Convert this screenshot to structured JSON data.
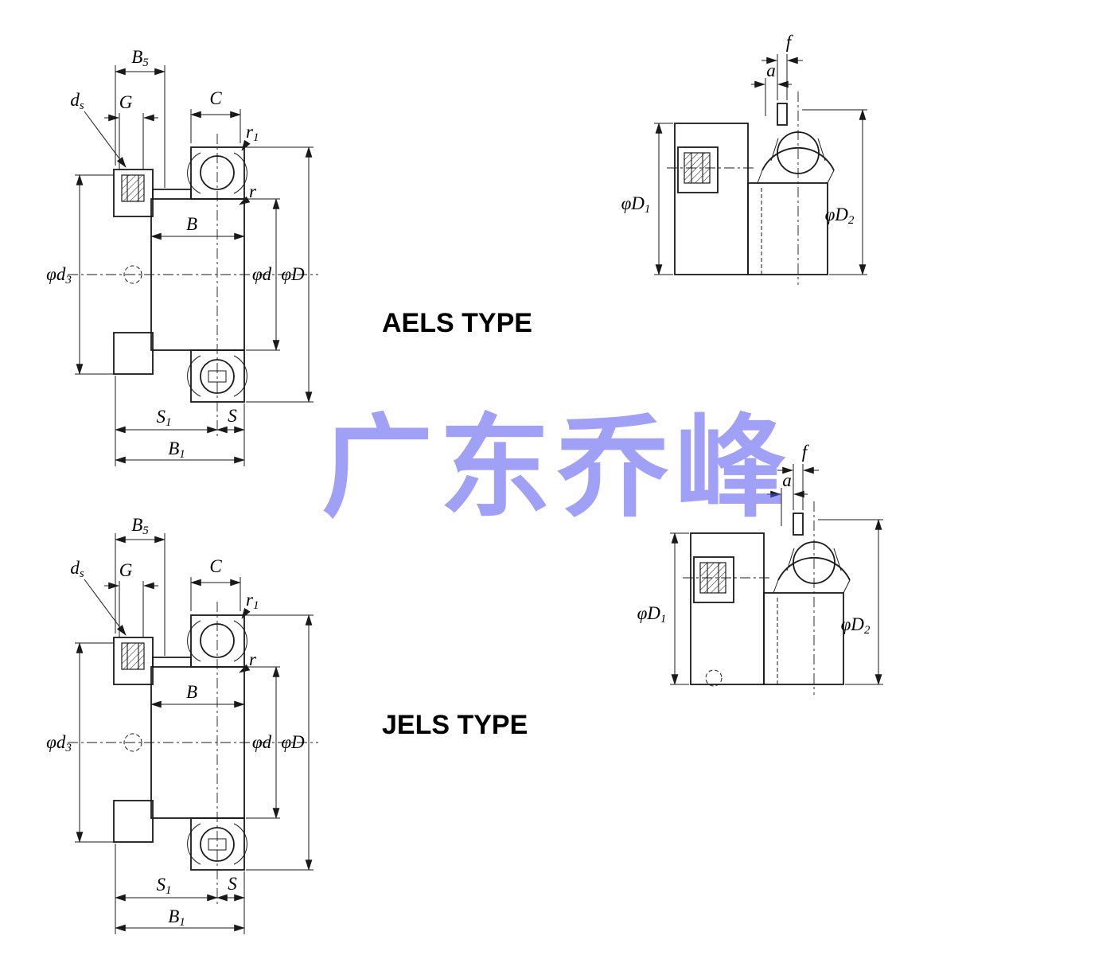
{
  "watermark": "广东乔峰",
  "types": {
    "aels": "AELS TYPE",
    "jels": "JELS TYPE"
  },
  "labels": {
    "B5": {
      "base": "B",
      "sub": "5"
    },
    "G": {
      "base": "G"
    },
    "ds": {
      "base": "d",
      "sub": "s"
    },
    "C": {
      "base": "C"
    },
    "r1": {
      "base": "r",
      "sub": "1"
    },
    "r": {
      "base": "r"
    },
    "B": {
      "base": "B"
    },
    "d3": {
      "base": "φd",
      "sub": "3"
    },
    "d": {
      "base": "φd"
    },
    "D": {
      "base": "φD"
    },
    "S1": {
      "base": "S",
      "sub": "1"
    },
    "S": {
      "base": "S"
    },
    "B1": {
      "base": "B",
      "sub": "1"
    },
    "f": {
      "base": "f"
    },
    "a": {
      "base": "a"
    },
    "D1": {
      "base": "φD",
      "sub": "1"
    },
    "D2": {
      "base": "φD",
      "sub": "2"
    }
  }
}
